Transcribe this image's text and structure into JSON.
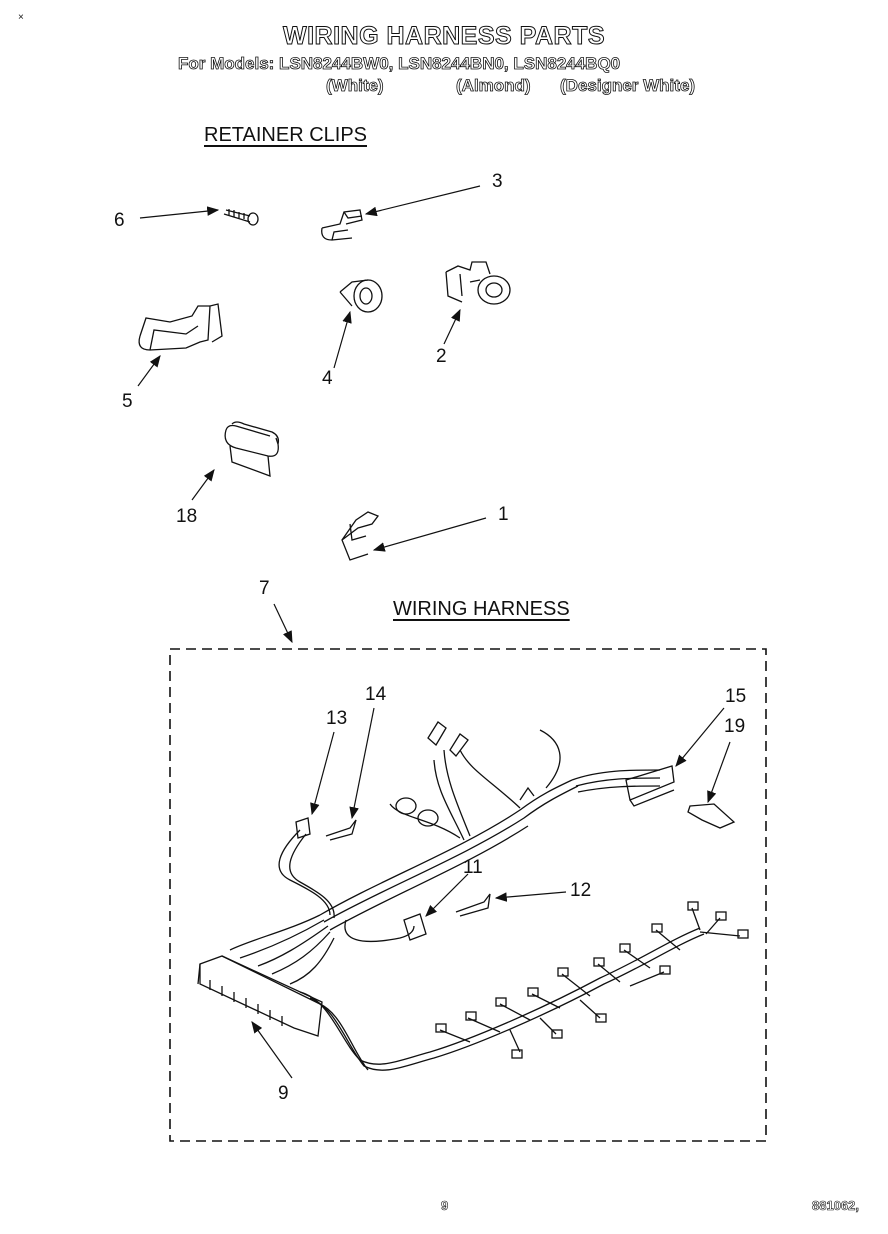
{
  "header": {
    "title": "WIRING HARNESS PARTS",
    "models_line": "For Models: LSN8244BW0, LSN8244BN0, LSN8244BQ0",
    "colors": [
      "(White)",
      "(Almond)",
      "(Designer White)"
    ]
  },
  "sections": {
    "retainer_clips": "RETAINER CLIPS",
    "wiring_harness": "WIRING HARNESS"
  },
  "callouts": [
    "6",
    "3",
    "4",
    "2",
    "5",
    "18",
    "1",
    "7",
    "14",
    "13",
    "15",
    "19",
    "11",
    "12",
    "9"
  ],
  "footer": {
    "page": "9",
    "doc_code": "881062,"
  }
}
